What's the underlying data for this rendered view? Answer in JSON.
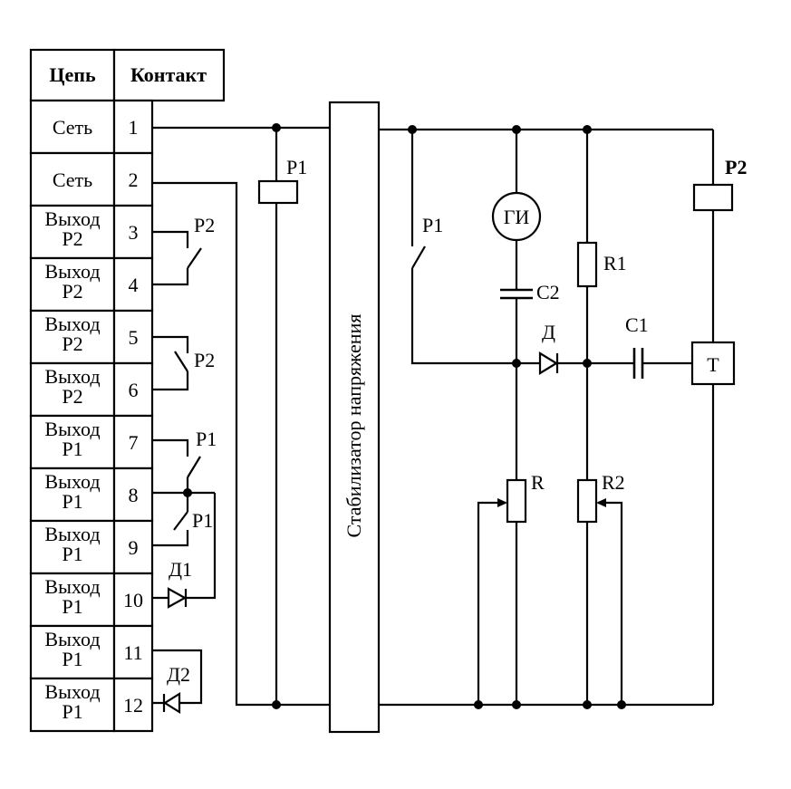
{
  "table": {
    "headers": {
      "circuit": "Цепь",
      "contact": "Контакт"
    },
    "rows": [
      {
        "circuit": [
          "Сеть"
        ],
        "contact": "1"
      },
      {
        "circuit": [
          "Сеть"
        ],
        "contact": "2"
      },
      {
        "circuit": [
          "Выход",
          "Р2"
        ],
        "contact": "3"
      },
      {
        "circuit": [
          "Выход",
          "Р2"
        ],
        "contact": "4"
      },
      {
        "circuit": [
          "Выход",
          "Р2"
        ],
        "contact": "5"
      },
      {
        "circuit": [
          "Выход",
          "Р2"
        ],
        "contact": "6"
      },
      {
        "circuit": [
          "Выход",
          "Р1"
        ],
        "contact": "7"
      },
      {
        "circuit": [
          "Выход",
          "Р1"
        ],
        "contact": "8"
      },
      {
        "circuit": [
          "Выход",
          "Р1"
        ],
        "contact": "9"
      },
      {
        "circuit": [
          "Выход",
          "Р1"
        ],
        "contact": "10"
      },
      {
        "circuit": [
          "Выход",
          "Р1"
        ],
        "contact": "11"
      },
      {
        "circuit": [
          "Выход",
          "Р1"
        ],
        "contact": "12"
      }
    ]
  },
  "labels": {
    "p2_contact_upper": "Р2",
    "p2_contact_lower": "Р2",
    "p1_contact_upper": "Р1",
    "p1_contact_lower": "Р1",
    "d1": "Д1",
    "d2": "Д2",
    "relay_p1_coil": "Р1",
    "stabilizer": "Стабилизатор напряжения",
    "p1_switch": "Р1",
    "generator": "ГИ",
    "c2": "С2",
    "r1": "R1",
    "diode_d": "Д",
    "c1": "С1",
    "p2_coil": "Р2",
    "block_t": "Т",
    "r": "R",
    "r2": "R2"
  }
}
